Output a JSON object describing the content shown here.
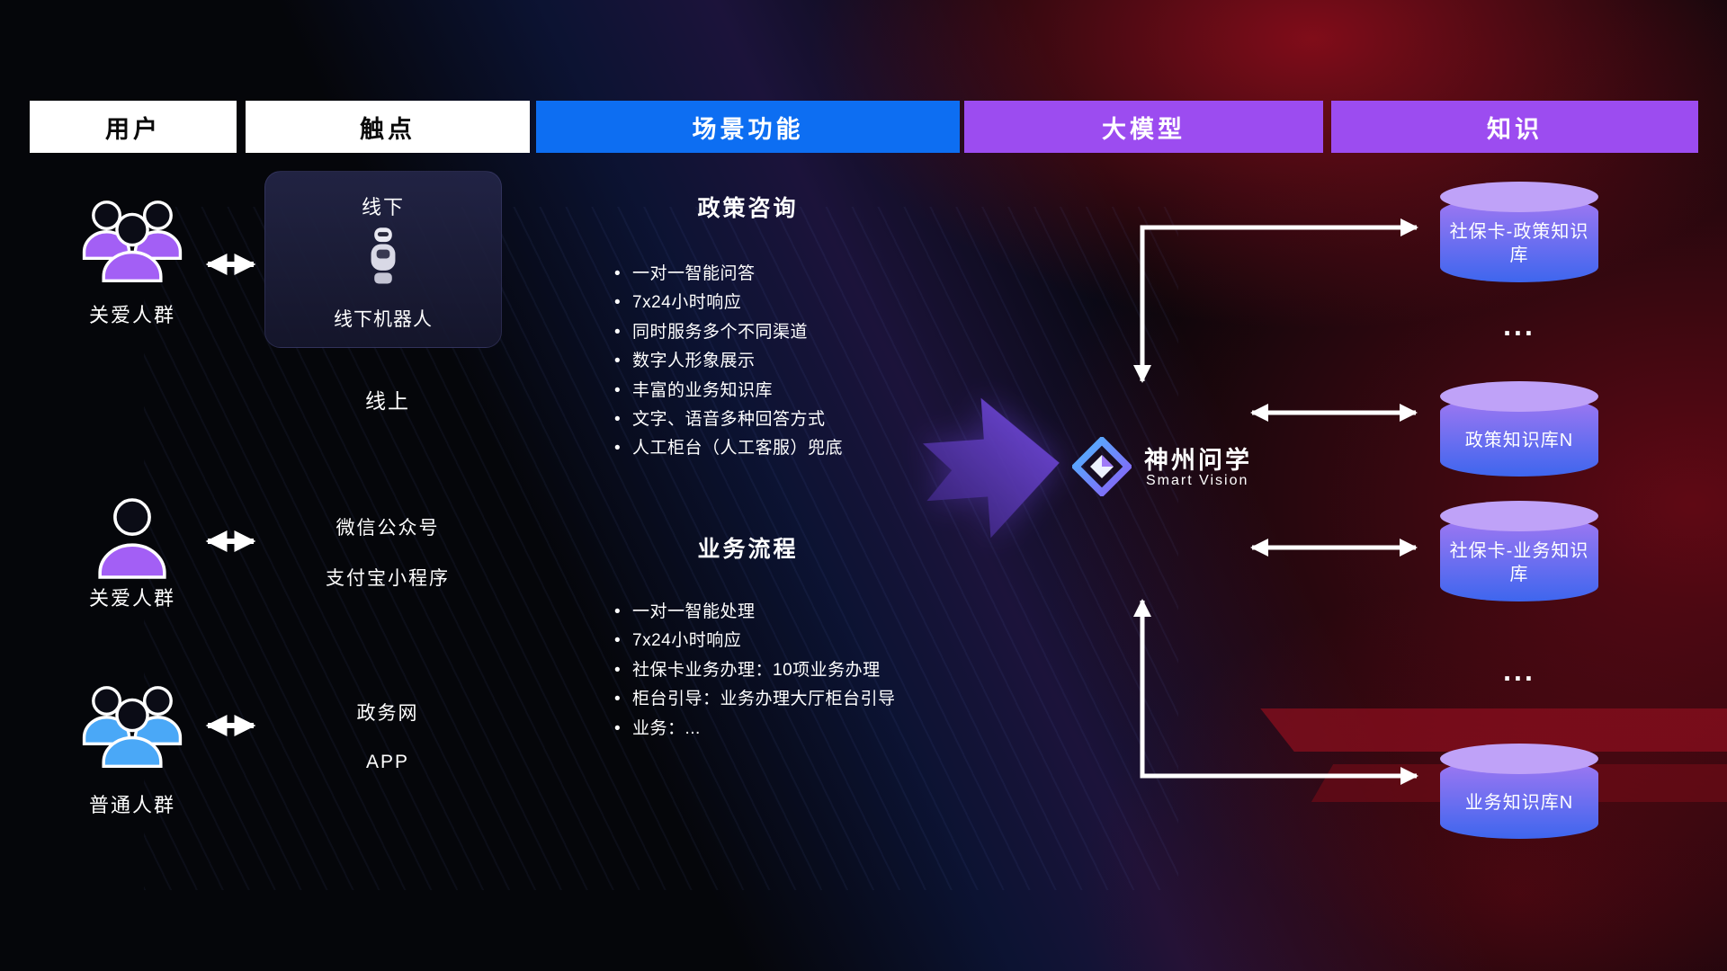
{
  "headers": [
    {
      "label": "用户"
    },
    {
      "label": "触点"
    },
    {
      "label": "场景功能"
    },
    {
      "label": "大模型"
    },
    {
      "label": "知识"
    }
  ],
  "users": [
    {
      "label": "关爱人群",
      "icon": "group-icon",
      "color_key": "user_purple"
    },
    {
      "label": "关爱人群",
      "icon": "person-icon",
      "color_key": "user_purple"
    },
    {
      "label": "普通人群",
      "icon": "group-icon",
      "color_key": "user_blue"
    }
  ],
  "touchpoints": {
    "offline_title": "线下",
    "offline_caption": "线下机器人",
    "online_label": "线上",
    "channels_online": [
      "微信公众号",
      "支付宝小程序"
    ],
    "channels_web": [
      "政务网",
      "APP"
    ]
  },
  "functions": [
    {
      "title": "政策咨询",
      "items": [
        "一对一智能问答",
        "7x24小时响应",
        "同时服务多个不同渠道",
        "数字人形象展示",
        "丰富的业务知识库",
        "文字、语音多种回答方式",
        "人工柜台（人工客服）兜底"
      ]
    },
    {
      "title": "业务流程",
      "items": [
        "一对一智能处理",
        "7x24小时响应",
        "社保卡业务办理：10项业务办理",
        "柜台引导：业务办理大厅柜台引导",
        "业务：..."
      ]
    }
  ],
  "model": {
    "name": "神州问学",
    "subtitle": "Smart Vision"
  },
  "knowledge": {
    "items": [
      {
        "label": "社保卡-政策知识库"
      },
      {
        "label": "政策知识库N"
      },
      {
        "label": "社保卡-业务知识库"
      },
      {
        "label": "业务知识库N"
      }
    ],
    "ellipsis": "..."
  },
  "colors": {
    "header_blue": "#0d6ef2",
    "header_purple": "#9c4cf0",
    "user_purple": "#a35ff5",
    "user_blue": "#4aa8f7",
    "cylinder_top": "#bfa2f8",
    "cylinder_body_top": "#a178f2",
    "cylinder_body_bottom": "#3e66ee",
    "arrow_white": "#ffffff",
    "bg_red": "#7a0d1c"
  }
}
